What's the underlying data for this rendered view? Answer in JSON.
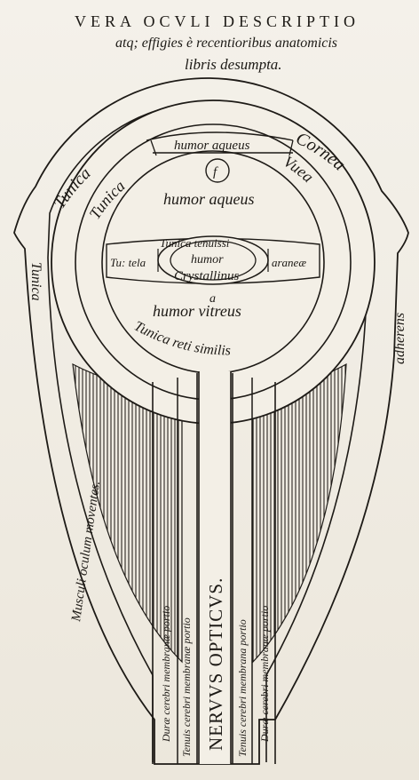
{
  "title": {
    "line1": "VERA OCVLI DESCRIPTIO",
    "line2": "atq; effigies è recentioribus anatomicis",
    "line3": "libris desumpta."
  },
  "labels": {
    "humor_aqueus_top": "humor aqueus",
    "f_mark": "f",
    "cornea": "Cornea",
    "vuea": "Vuea",
    "tunica_outer": "Tunica",
    "tunica_inner": "Tunica",
    "humor_aqueus": "humor aqueus",
    "tunica_tenuissima": "Tunica tenuissi",
    "tu_tela": "Tu: tela",
    "araneae": "araneæ",
    "humor_crystallinus_1": "humor",
    "humor_crystallinus_2": "Crystallinus",
    "a_mark": "a",
    "humor_vitreus": "humor vitreus",
    "tunica_retiformis": "Tunica reti similis",
    "tunica_left": "Tunica",
    "adherens": "adherens",
    "musculi": "Musculi oculum moventes.",
    "nervus_opticus": "NERVVS OPTICVS.",
    "dura_left": "Duræ cerebri membranæ portio",
    "tenuis_left": "Tenuis cerebri membranæ portio",
    "tenuis_right": "Tenuis cerebri membrana portio",
    "dura_right": "Duræ cerebri membranæ portio"
  }
}
